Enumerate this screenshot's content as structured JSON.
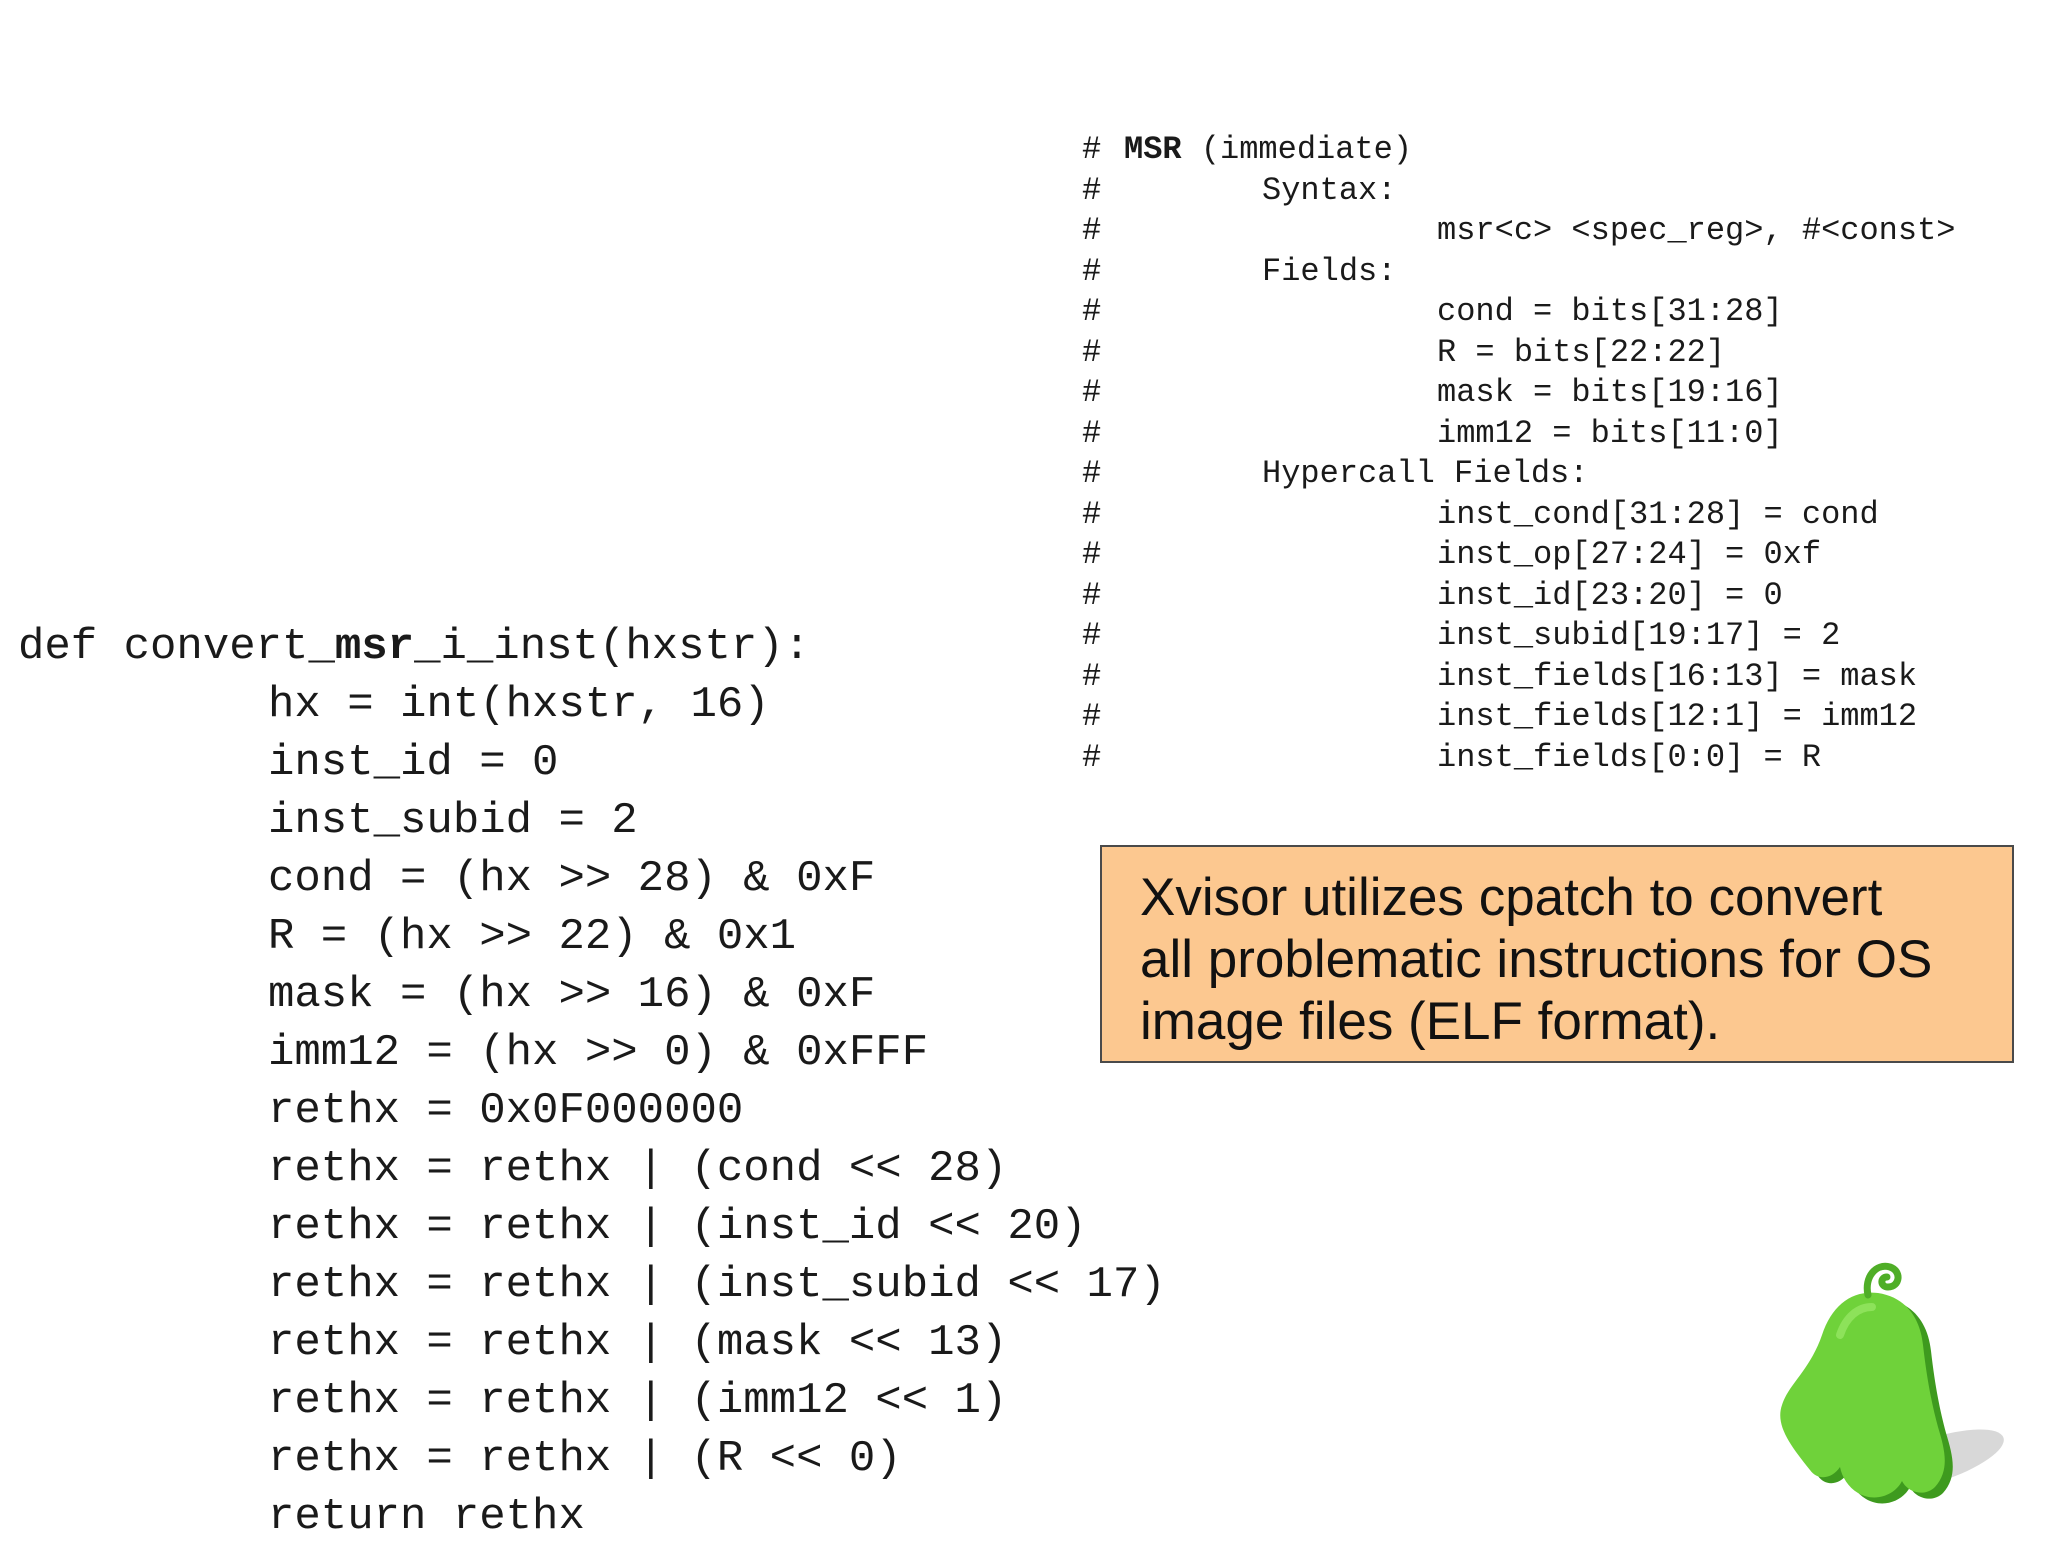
{
  "comment": {
    "hash": "#",
    "lines": [
      {
        "mnemonic": "MSR",
        "rest": " (immediate)"
      },
      {
        "text": "Syntax:"
      },
      {
        "text": "msr<c> <spec_reg>, #<const>"
      },
      {
        "text": "Fields:"
      },
      {
        "text": "cond = bits[31:28]"
      },
      {
        "text": "R = bits[22:22]"
      },
      {
        "text": "mask = bits[19:16]"
      },
      {
        "text": "imm12 = bits[11:0]"
      },
      {
        "text": "Hypercall Fields:"
      },
      {
        "text": "inst_cond[31:28] = cond"
      },
      {
        "text": "inst_op[27:24] = 0xf"
      },
      {
        "text": "inst_id[23:20] = 0"
      },
      {
        "text": "inst_subid[19:17] = 2"
      },
      {
        "text": "inst_fields[16:13] = mask"
      },
      {
        "text": "inst_fields[12:1] = imm12"
      },
      {
        "text": "inst_fields[0:0] = R"
      }
    ]
  },
  "code": {
    "def_prefix": "def convert_",
    "def_bold": "msr",
    "def_suffix": "_i_inst(hxstr):",
    "body": [
      "hx = int(hxstr, 16)",
      "inst_id = 0",
      "inst_subid = 2",
      "cond = (hx >> 28) & 0xF",
      "R = (hx >> 22) & 0x1",
      "mask = (hx >> 16) & 0xF",
      "imm12 = (hx >> 0) & 0xFFF",
      "rethx = 0x0F000000",
      "rethx = rethx | (cond << 28)",
      "rethx = rethx | (inst_id << 20)",
      "rethx = rethx | (inst_subid << 17)",
      "rethx = rethx | (mask << 13)",
      "rethx = rethx | (imm12 << 1)",
      "rethx = rethx | (R << 0)",
      "return rethx"
    ]
  },
  "callout": {
    "lines": [
      "Xvisor utilizes cpatch to convert",
      "all problematic instructions for OS",
      "image files (ELF format)."
    ],
    "background_color": "#fcc890"
  },
  "mascot": {
    "icon": "green-ghost-mascot-icon",
    "color": "#6fd23a"
  }
}
